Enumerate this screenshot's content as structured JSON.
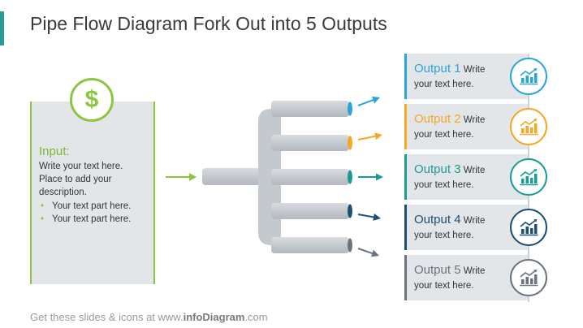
{
  "title": "Pipe Flow Diagram Fork Out into 5 Outputs",
  "input": {
    "icon": "dollar-icon",
    "symbol": "$",
    "heading": "Input:",
    "description": "Write your text here. Place to add your description.",
    "bullets": [
      "Your text part here.",
      "Your text part here."
    ]
  },
  "outputs": [
    {
      "label": "Output 1",
      "text_first": "Write",
      "text_rest": "your text here.",
      "color": "#2aa5d6",
      "icon": "bar-chart-growth-icon"
    },
    {
      "label": "Output 2",
      "text_first": "Write",
      "text_rest": "your text here.",
      "color": "#f5a623",
      "icon": "bar-chart-growth-icon"
    },
    {
      "label": "Output 3",
      "text_first": "Write",
      "text_rest": "your text here.",
      "color": "#1a9c96",
      "icon": "bar-chart-growth-icon"
    },
    {
      "label": "Output 4",
      "text_first": "Write",
      "text_rest": "your text here.",
      "color": "#1d4e73",
      "icon": "bar-chart-growth-icon"
    },
    {
      "label": "Output 5",
      "text_first": "Write",
      "text_rest": "your text here.",
      "color": "#6b7280",
      "icon": "bar-chart-growth-icon"
    }
  ],
  "colors": {
    "input_accent": "#8cc63f",
    "pipe": "#c9ced3",
    "panel": "#e3e6e9"
  },
  "footer": {
    "prefix": "Get these slides & icons at www.",
    "brand": "infoDiagram",
    "suffix": ".com"
  }
}
